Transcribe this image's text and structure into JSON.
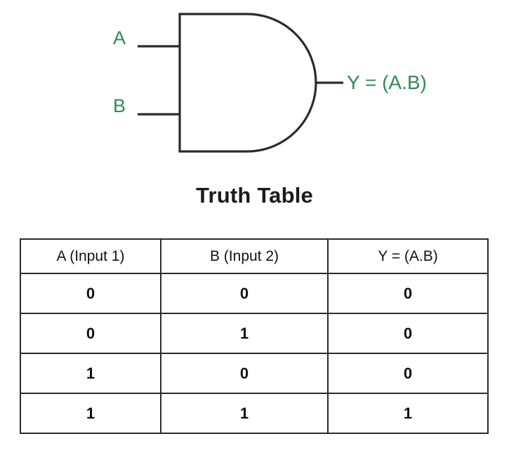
{
  "diagram": {
    "name": "AND gate logic symbol",
    "gate_type": "AND",
    "input_a_label": "A",
    "input_b_label": "B",
    "output_label": "Y = (A.B)",
    "label_color": "#2f8b52",
    "line_color": "#2b2b2b"
  },
  "heading": {
    "text": "Truth Table"
  },
  "table": {
    "headers": [
      "A (Input 1)",
      "B (Input 2)",
      "Y = (A.B)"
    ],
    "rows": [
      [
        "0",
        "0",
        "0"
      ],
      [
        "0",
        "1",
        "0"
      ],
      [
        "1",
        "0",
        "0"
      ],
      [
        "1",
        "1",
        "1"
      ]
    ]
  },
  "chart_data": {
    "type": "table",
    "title": "Truth Table",
    "columns": [
      "A (Input 1)",
      "B (Input 2)",
      "Y = (A.B)"
    ],
    "rows": [
      [
        "0",
        "0",
        "0"
      ],
      [
        "0",
        "1",
        "0"
      ],
      [
        "1",
        "0",
        "0"
      ],
      [
        "1",
        "1",
        "1"
      ]
    ]
  }
}
